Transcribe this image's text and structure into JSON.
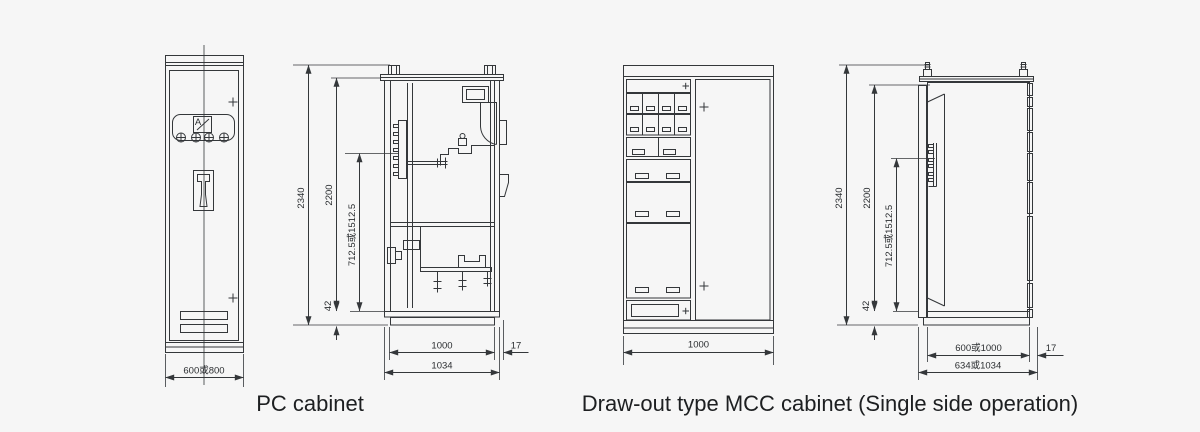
{
  "captions": {
    "pc": "PC cabinet",
    "mcc": "Draw-out type MCC cabinet (Single side operation)"
  },
  "pc_front": {
    "meter_label": "A",
    "width": "600或800"
  },
  "pc_side": {
    "height_overall": "2340",
    "height_frame": "2200",
    "height_unit": "712.5或1512.5",
    "height_base": "42",
    "width_inner": "1000",
    "width_overall": "1034",
    "depth_offset": "17"
  },
  "mcc_front": {
    "width": "1000"
  },
  "mcc_side": {
    "height_overall": "2340",
    "height_frame": "2200",
    "height_unit": "712.5或1512.5",
    "height_base": "42",
    "width_inner": "600或1000",
    "width_overall": "634或1034",
    "depth_offset": "17"
  },
  "colors": {
    "background": "#f6f6f6",
    "line": "#34373a",
    "text": "#1d1f21"
  }
}
